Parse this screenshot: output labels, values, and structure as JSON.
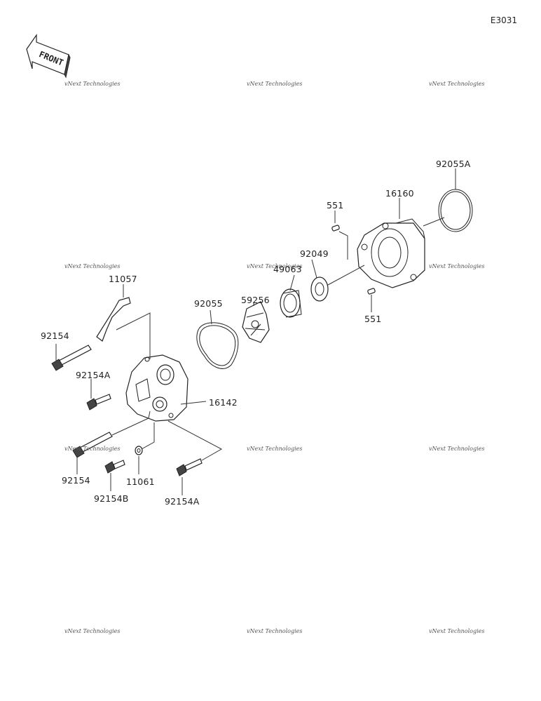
{
  "diagram_code": "E3031",
  "front_label": "FRONT",
  "watermark": "vNext Technologies",
  "parts": {
    "p92055A": "92055A",
    "p16160": "16160",
    "p551_top": "551",
    "p92049": "92049",
    "p49063": "49063",
    "p59256": "59256",
    "p92055": "92055",
    "p551_bottom": "551",
    "p11057": "11057",
    "p92154_top": "92154",
    "p92154A_top": "92154A",
    "p16142": "16142",
    "p92154_bottom": "92154",
    "p11061": "11061",
    "p92154B": "92154B",
    "p92154A_bottom": "92154A"
  }
}
